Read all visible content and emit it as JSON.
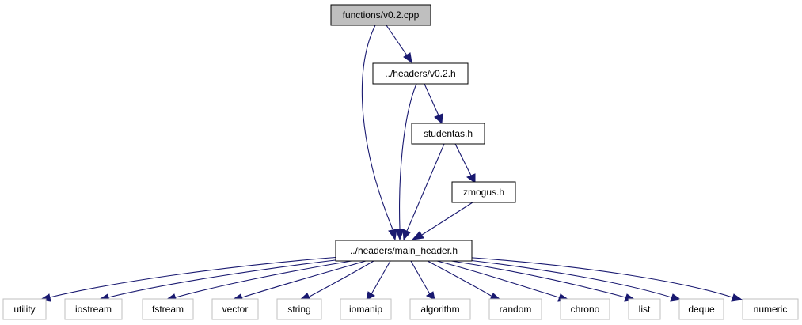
{
  "graph": {
    "title": "",
    "colors": {
      "edge": "#191970",
      "root_fill": "#bfbfbf",
      "node_border": "#000000",
      "system_node_border": "#bfbfbf",
      "background": "#ffffff"
    },
    "nodes": {
      "root": "functions/v0.2.cpp",
      "v02_header": "../headers/v0.2.h",
      "studentas": "studentas.h",
      "zmogus": "zmogus.h",
      "main_header": "../headers/main_header.h",
      "utility": "utility",
      "iostream": "iostream",
      "fstream": "fstream",
      "vector": "vector",
      "string": "string",
      "iomanip": "iomanip",
      "algorithm": "algorithm",
      "random": "random",
      "chrono": "chrono",
      "list": "list",
      "deque": "deque",
      "numeric": "numeric"
    },
    "edges": [
      {
        "from": "root",
        "to": "v02_header"
      },
      {
        "from": "root",
        "to": "main_header"
      },
      {
        "from": "v02_header",
        "to": "studentas"
      },
      {
        "from": "v02_header",
        "to": "main_header"
      },
      {
        "from": "studentas",
        "to": "zmogus"
      },
      {
        "from": "studentas",
        "to": "main_header"
      },
      {
        "from": "zmogus",
        "to": "main_header"
      },
      {
        "from": "main_header",
        "to": "utility"
      },
      {
        "from": "main_header",
        "to": "iostream"
      },
      {
        "from": "main_header",
        "to": "fstream"
      },
      {
        "from": "main_header",
        "to": "vector"
      },
      {
        "from": "main_header",
        "to": "string"
      },
      {
        "from": "main_header",
        "to": "iomanip"
      },
      {
        "from": "main_header",
        "to": "algorithm"
      },
      {
        "from": "main_header",
        "to": "random"
      },
      {
        "from": "main_header",
        "to": "chrono"
      },
      {
        "from": "main_header",
        "to": "list"
      },
      {
        "from": "main_header",
        "to": "deque"
      },
      {
        "from": "main_header",
        "to": "numeric"
      }
    ]
  }
}
